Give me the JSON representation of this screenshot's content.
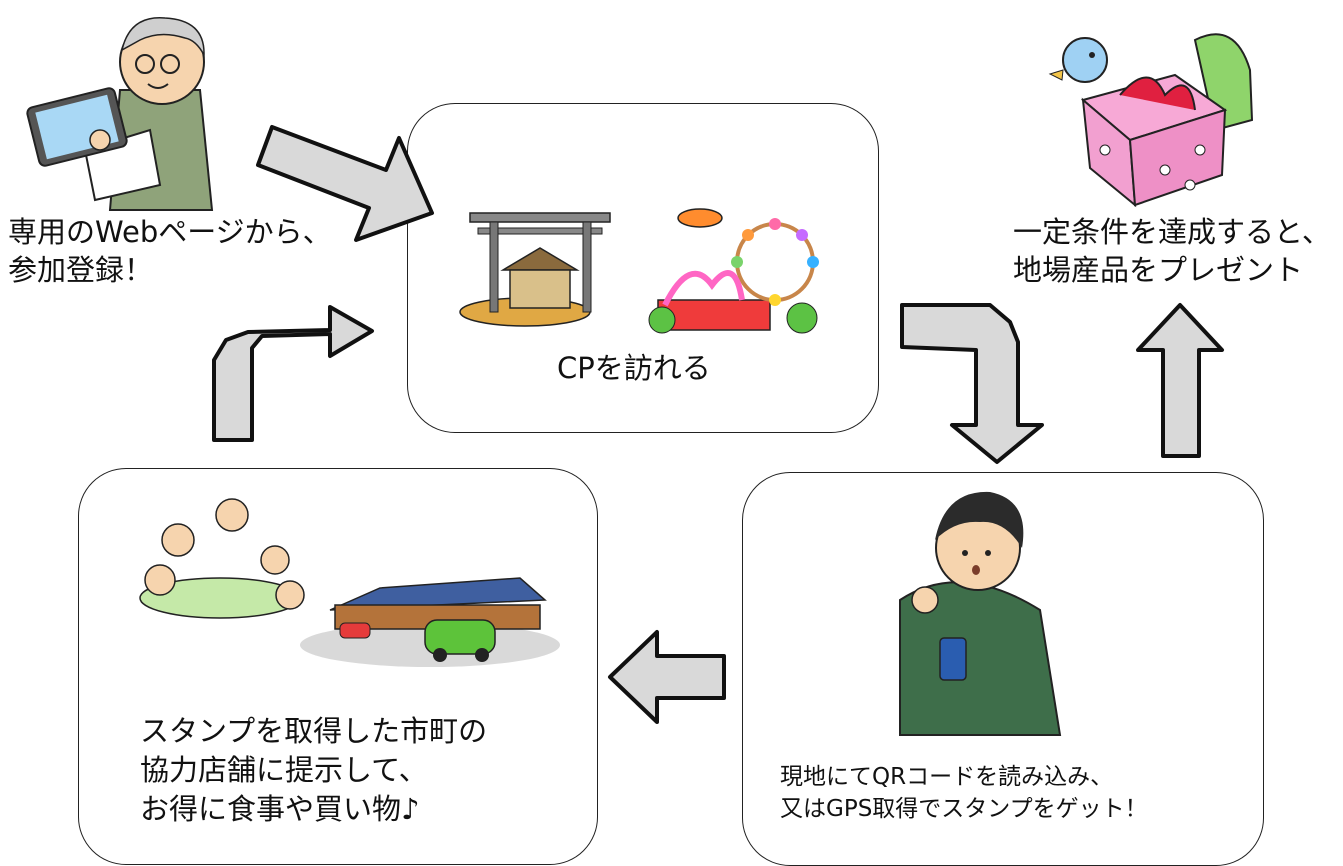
{
  "steps": {
    "register": {
      "line1": "専用のWebページから、",
      "line2": "参加登録！"
    },
    "visit": {
      "label": "CPを訪れる"
    },
    "scan": {
      "line1": "現地にてQRコードを読み込み、",
      "line2": "又はGPS取得でスタンプをゲット！"
    },
    "shop": {
      "line1": "スタンプを取得した市町の",
      "line2": "協力店舗に提示して、",
      "line3": "お得に食事や買い物♪"
    },
    "reward": {
      "line1": "一定条件を達成すると、",
      "line2": "地場産品をプレゼント"
    }
  },
  "colors": {
    "arrow_fill": "#d9d9d9",
    "arrow_stroke": "#111111",
    "box_border": "#222222"
  }
}
